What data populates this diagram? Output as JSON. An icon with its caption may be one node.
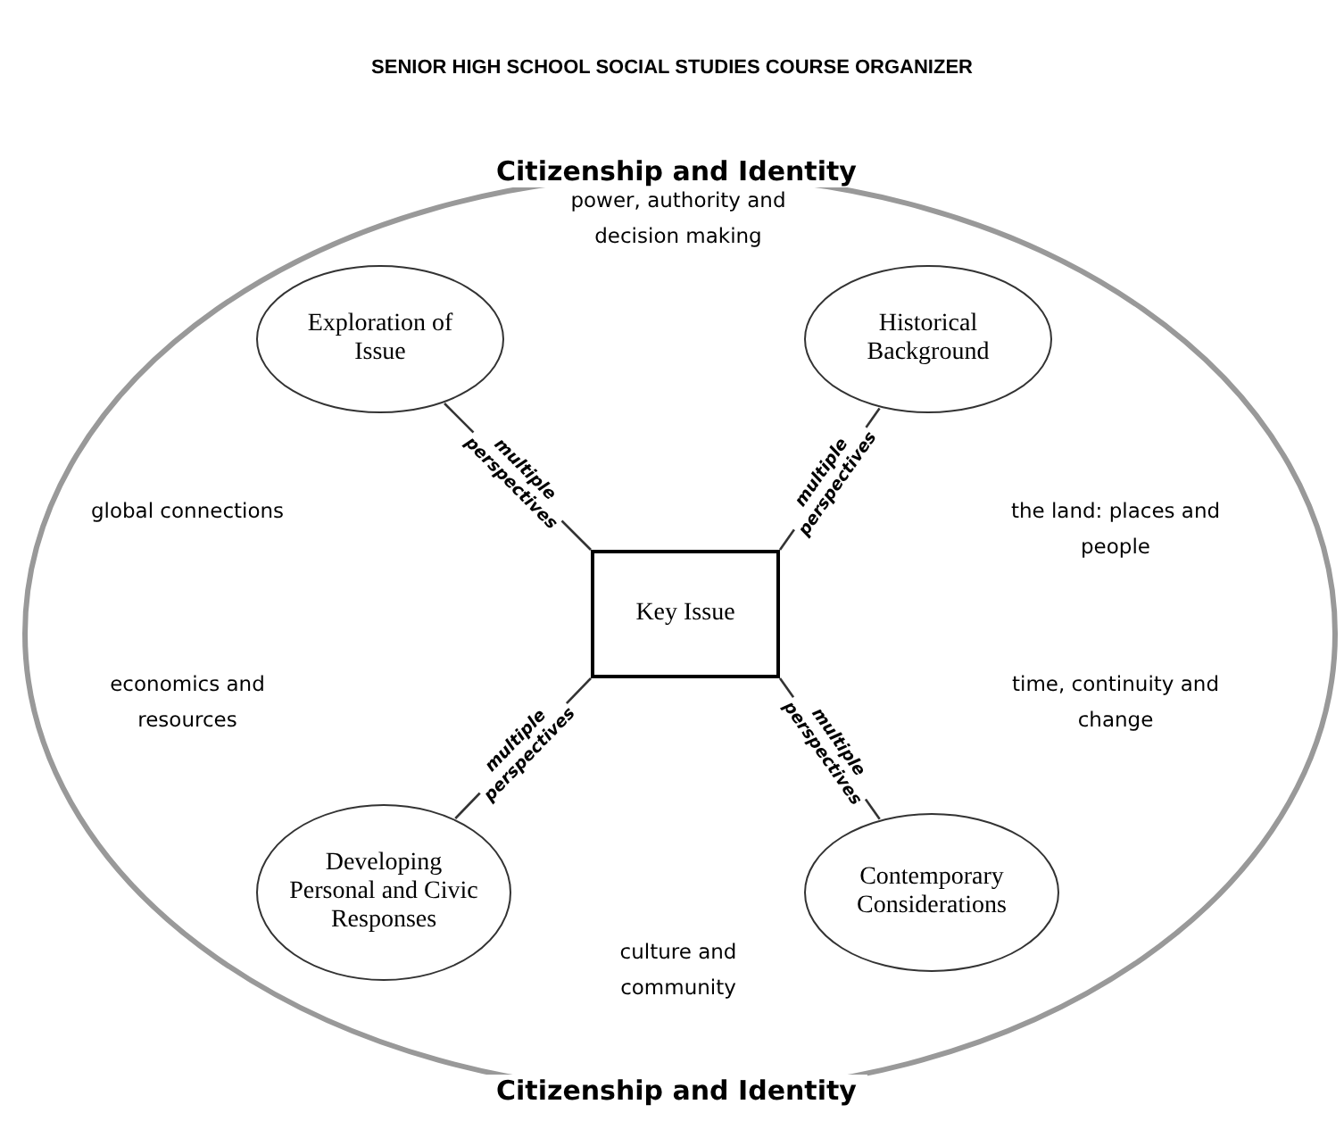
{
  "diagram": {
    "title": "SENIOR HIGH SCHOOL SOCIAL STUDIES COURSE ORGANIZER",
    "nodes": [
      {
        "text": [
          "Citizenship and Identity",
          "Citizenship and Identity"
        ]
      },
      {
        "text": [
          "Exploration of Issue"
        ],
        "in": 0
      },
      {
        "text": [
          "Historical Background"
        ],
        "in": 0
      },
      {
        "text": [
          "Key Issue"
        ],
        "in": 0
      },
      {
        "text": [
          "Developing Personal and Civic Responses"
        ],
        "in": 0
      },
      {
        "text": [
          "Contemporary Considerations"
        ],
        "in": 0
      }
    ],
    "edges": [
      {
        "from": 3,
        "to": 1,
        "arrow": "none",
        "label": "multiple perspectives"
      },
      {
        "from": 3,
        "to": 2,
        "arrow": "none",
        "label": "multiple perspectives"
      },
      {
        "from": 3,
        "to": 4,
        "arrow": "none",
        "label": "multiple perspectives"
      },
      {
        "from": 3,
        "to": 5,
        "arrow": "none",
        "label": "multiple perspectives"
      }
    ],
    "labels": [
      "power, authority and decision making",
      "global connections",
      "the land: places and people",
      "economics and resources",
      "time, continuity and change",
      "culture and community"
    ]
  }
}
